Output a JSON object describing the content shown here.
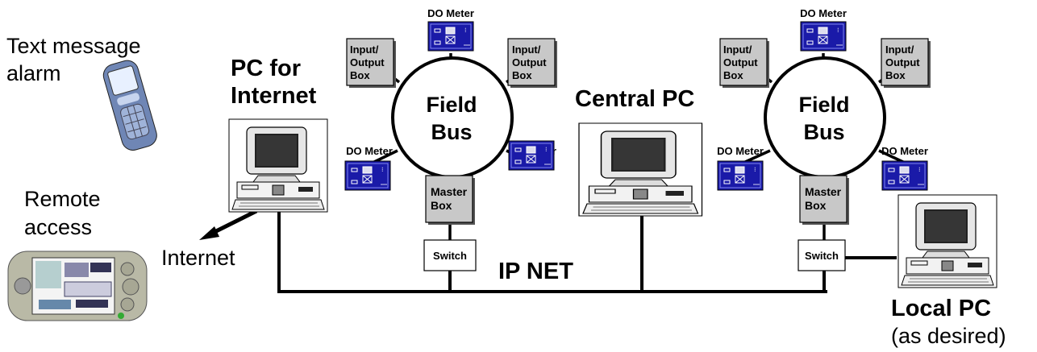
{
  "left": {
    "sms_line1": "Text message",
    "sms_line2": "alarm",
    "remote_line1": "Remote",
    "remote_line2": "access",
    "internet": "Internet"
  },
  "pc_internet": {
    "line1": "PC for",
    "line2": "Internet"
  },
  "central_pc": "Central PC",
  "local_pc": {
    "line1": "Local PC",
    "line2": "(as desired)"
  },
  "fieldbus": {
    "line1": "Field",
    "line2": "Bus"
  },
  "do_meter": "DO Meter",
  "io_box": {
    "line1": "Input/",
    "line2": "Output",
    "line3": "Box"
  },
  "master_box": {
    "line1": "Master",
    "line2": "Box"
  },
  "switch": "Switch",
  "ip_net": "IP NET",
  "colors": {
    "meter_blue": "#1a1aa8",
    "box_gray": "#c8c8c8",
    "line": "#000000"
  }
}
